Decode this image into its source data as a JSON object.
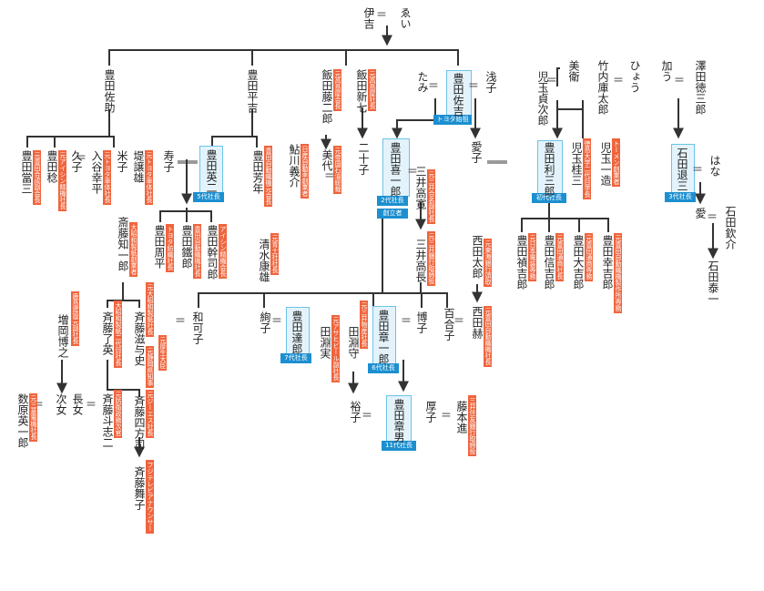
{
  "persons": {
    "ie": "伊吉",
    "ei": "ゑい",
    "sasuke": "豊田佐助",
    "heikichi": "豊田平吉",
    "sakichi": "豊田佐吉",
    "tami": "たみ",
    "asako": "浅子",
    "iida_tojiro": "飯田藤二郎",
    "iida_shinshichi": "飯田新七",
    "kodama_sadajiro": "児玉貞次郎",
    "mie": "美衛",
    "takeuchi": "竹内庫太郎",
    "hyou": "ひょう",
    "kau": "加う",
    "sawada": "澤田徳三郎",
    "shinzo": "豊田當三",
    "minoru": "豊田稔",
    "hisako": "久子",
    "iritani": "入谷幸平",
    "yoneko": "米子",
    "tsutsumi": "堤譲雄",
    "toshiko": "寿子",
    "eiji": "豊田英二",
    "yoshitoshi": "豊田芳年",
    "miyo": "美代",
    "aikawa": "鮎川義介",
    "hatsuko": "二十子",
    "kiichiro": "豊田喜一郎",
    "mitsui_takasumi": "三井高寛",
    "mitsui_takanaga": "三井高長",
    "aiko": "愛子",
    "risaburo": "豊田利三郎",
    "kodama_keizo": "児玉桂三",
    "kodama_ichizo": "児玉一造",
    "ishida": "石田退三",
    "hana": "はな",
    "ai": "愛",
    "ishida_kinsuke": "石田欽介",
    "ishida_taiichi": "石田泰一",
    "saito_tomoichiro": "斎藤知一郎",
    "shubei": "豊田周平",
    "tetsuro": "豊田鐵郎",
    "kanshiro": "豊田幹司郎",
    "shimizu": "清水康雄",
    "nishida_taro": "西田太郎",
    "teikichiro": "豊田禎吉郎",
    "shinkichiro": "豊田信吉郎",
    "daikichiro": "豊田大吉郎",
    "kokichiro": "豊田幸吉郎",
    "masuoka": "増岡博之",
    "saito_ryoei": "斉藤了英",
    "saito_shigeshi": "斉藤滋与史",
    "wako": "和可子",
    "ayako": "絢子",
    "tatsuro": "豊田達郎",
    "tabuchi_minoru": "田淵実",
    "tabuchi_mamoru": "田淵守",
    "shoichiro": "豊田章一郎",
    "hiroko": "博子",
    "yuriko": "百合子",
    "nishida_kaku": "西田赫",
    "kazuhara": "数原英一郎",
    "jijo": "次女",
    "chojo": "長女",
    "saito_toshiji": "斉藤斗志二",
    "saito_shihoji": "斉藤四方司",
    "saito_maiko": "斉藤舞子",
    "hiroko2": "裕子",
    "akio": "豊田章男",
    "atsuko": "厚子",
    "fujimoto": "藤本進"
  },
  "tags": {
    "t_shinzo": "元豊田合成副会長",
    "t_minoru": "元アイシン精機社長",
    "t_iritani": "元トヨタ車体社長",
    "t_tsutsumi": "元トヨタ車体社長",
    "t_yoshitoshi": "豊田自動織機元会長",
    "t_tojiro": "元高島屋会長",
    "t_shinshichi": "元高島屋社長",
    "t_aikawa": "日産自動車創業者",
    "t_miyo": "元帝国石油総裁",
    "t_takasumi": "元三井合名副社長",
    "t_takanaga": "元三井銀行取締役",
    "t_ichizo": "トーメン創業者",
    "t_keizo": "徳島大学二代目学長",
    "t_shubei": "トヨタ紡織社長",
    "t_tetsuro": "豊田自動織機社長",
    "t_kanshiro": "アイシン精機会長",
    "t_saito_tomo": "大昭和製紙創業者",
    "t_shimizu": "元青土社社長",
    "t_nishida_taro": "元東海銀行頭取",
    "t_teikichiro": "元日本電装専務",
    "t_shinkichiro": "元豊田通商社長",
    "t_daikichiro": "元豊田通商専務",
    "t_kokichiro": "元豊田自動織機製作所専務",
    "t_masuoka": "鹿島建設元副社長",
    "t_ryoei": "大昭和製紙二代目社長",
    "t_shigeshi": "元大昭和製紙社長",
    "t_shizuoka": "元静岡県知事",
    "t_kosei": "元厚生大臣",
    "t_tabuchi_mamoru": "元三井物産社長",
    "t_tabuchi_minoru": "元アサヒビール副社長",
    "t_nishida_kaku": "元豊田自動織機社長",
    "t_kazuhara": "元三菱電機社長",
    "t_toshiji": "元防衛政務次官",
    "t_shihoji": "元ジーエス社長",
    "t_maiko": "フジテレビアナウンサー",
    "t_fujimoto": "三井住友銀行取締役"
  },
  "badges": {
    "sakichi": "トヨタ始祖",
    "kiichiro_a": "2代社長",
    "kiichiro_b": "創立者",
    "risaburo": "初代社長",
    "ishida": "3代社長",
    "eiji": "5代社長",
    "tatsuro": "7代社長",
    "shoichiro": "6代社長",
    "akio": "11代社長"
  },
  "colors": {
    "tag": "#f0643c",
    "badge": "#1c8fd0",
    "highlight": "#e4f3fb",
    "highlight_border": "#6cc4e8",
    "line": "#333333"
  }
}
